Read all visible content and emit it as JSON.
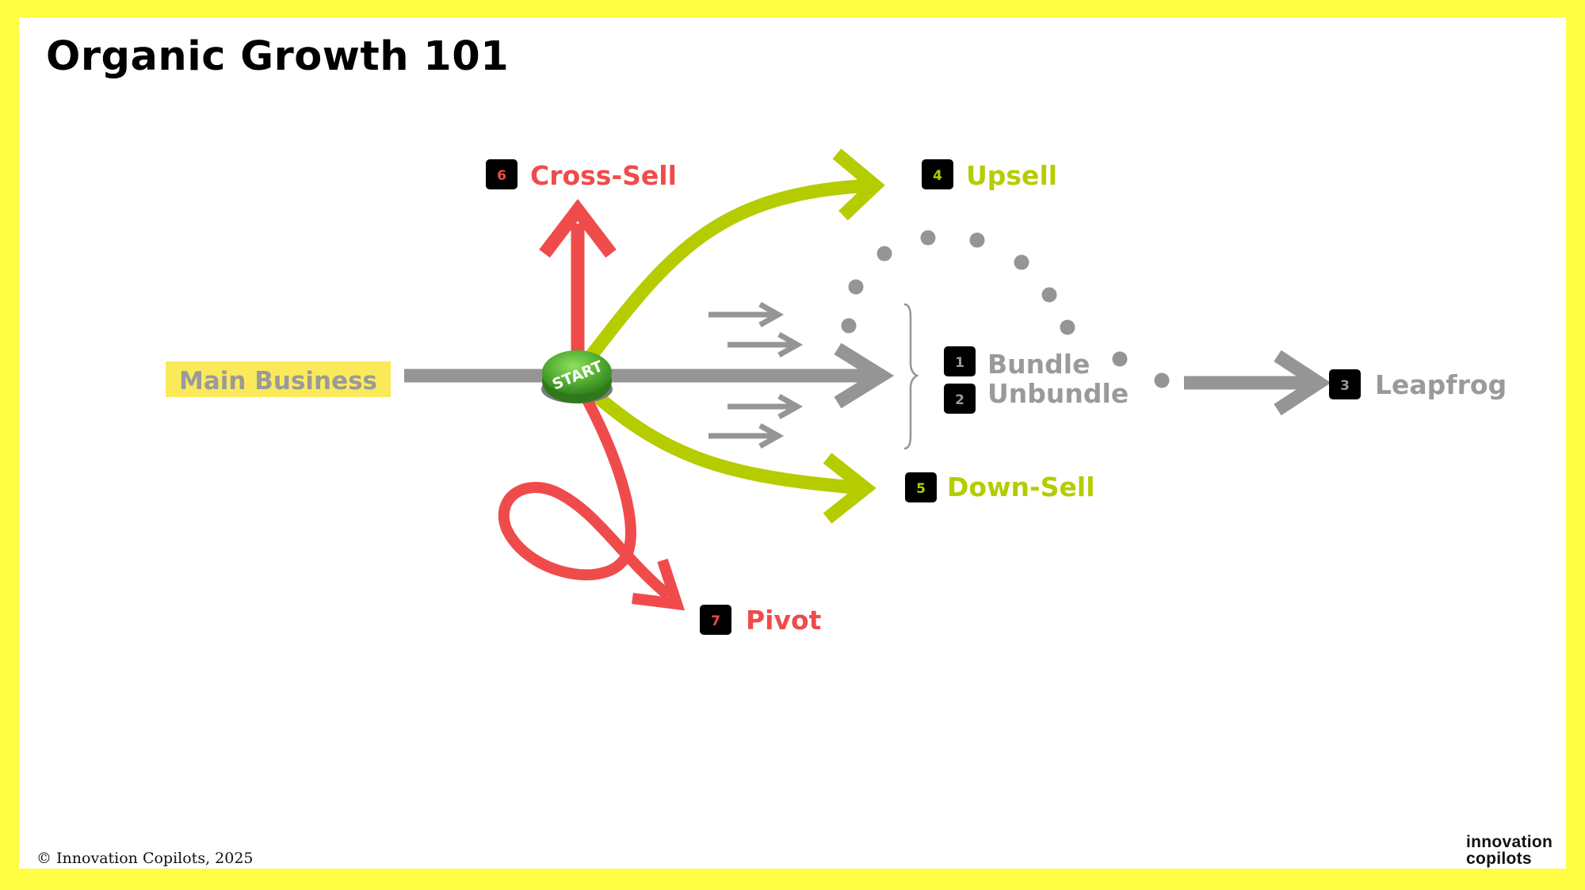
{
  "title": "Organic Growth 101",
  "main_business": "Main Business",
  "start_button": "START",
  "options": [
    {
      "number": "1",
      "label": "Bundle"
    },
    {
      "number": "2",
      "label": "Unbundle"
    },
    {
      "number": "3",
      "label": "Leapfrog"
    },
    {
      "number": "4",
      "label": "Upsell"
    },
    {
      "number": "5",
      "label": "Down-Sell"
    },
    {
      "number": "6",
      "label": "Cross-Sell"
    },
    {
      "number": "7",
      "label": "Pivot"
    }
  ],
  "footer": {
    "copyright": "© Innovation Copilots, 2025",
    "logo_line1": "innovation",
    "logo_line2": "copilots"
  },
  "colors": {
    "border": "#FFFD44",
    "red": "#F04B4B",
    "green": "#B5CC00",
    "gray": "#959595",
    "label_gray": "#9A9A9A",
    "highlight": "#FAEA5A",
    "badge": "#000000",
    "start_green": "#4CA82E"
  }
}
